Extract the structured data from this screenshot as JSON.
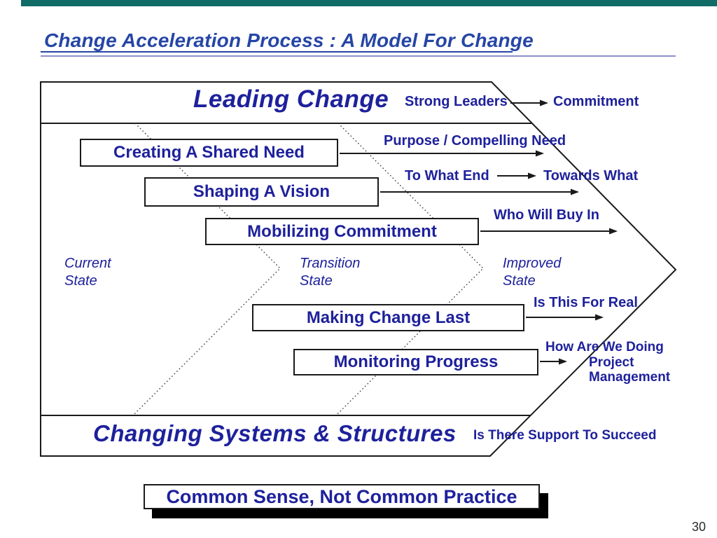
{
  "colors": {
    "navy": "#1e219b",
    "title_blue": "#2646a5",
    "teal": "#116b66",
    "line": "#1a1a1a",
    "rule_blue": "#8a90c8"
  },
  "header": {
    "title": "Change Acceleration Process : A Model For Change"
  },
  "diagram": {
    "top_band": {
      "label": "Leading Change",
      "left_note": "Strong Leaders",
      "right_note": "Commitment"
    },
    "boxes": [
      {
        "label": "Creating A Shared Need"
      },
      {
        "label": "Shaping A Vision"
      },
      {
        "label": "Mobilizing Commitment"
      },
      {
        "label": "Making Change Last"
      },
      {
        "label": "Monitoring Progress"
      }
    ],
    "notes": {
      "purpose": "Purpose / Compelling Need",
      "to_what_end": "To What End",
      "towards_what": "Towards What",
      "who_will_buy_in": "Who Will Buy In",
      "is_this_for_real": "Is This For Real",
      "how_are_we_doing": "How Are We Doing",
      "project": "Project",
      "management": "Management"
    },
    "states": [
      {
        "line1": "Current",
        "line2": "State"
      },
      {
        "line1": "Transition",
        "line2": "State"
      },
      {
        "line1": "Improved",
        "line2": "State"
      }
    ],
    "bottom_band": {
      "label": "Changing Systems & Structures",
      "note": "Is There Support To Succeed"
    }
  },
  "footer": {
    "banner": "Common Sense, Not Common Practice",
    "page_number": "30"
  }
}
